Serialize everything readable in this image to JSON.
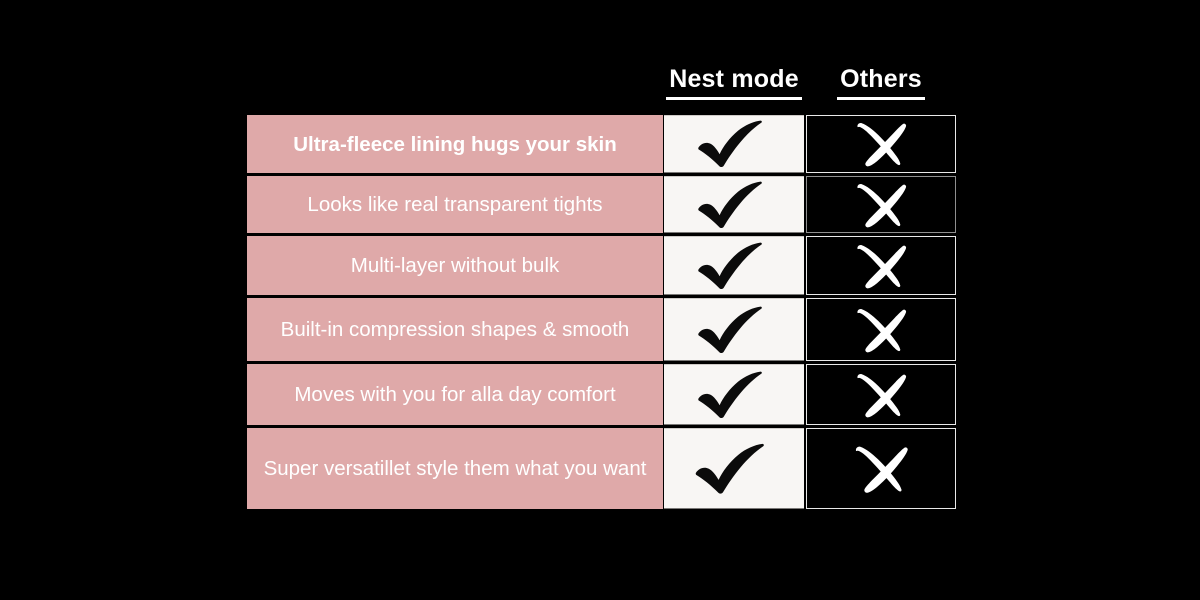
{
  "background_color": "#000000",
  "accent_color": "#dfa9a9",
  "yes_cell_color": "#f8f6f4",
  "no_cell_color": "#000000",
  "text_color": "#ffffff",
  "headers": {
    "feature_column": "",
    "nest_mode": "Nest mode",
    "others": "Others"
  },
  "rows": [
    {
      "feature": "Ultra-fleece lining hugs your skin",
      "nest_mode": "check-icon",
      "others": "cross-icon",
      "emphasis": "bold"
    },
    {
      "feature": "Looks like real transparent tights",
      "nest_mode": "check-icon",
      "others": "cross-icon",
      "emphasis": "normal"
    },
    {
      "feature": "Multi-layer without bulk",
      "nest_mode": "check-icon",
      "others": "cross-icon",
      "emphasis": "normal"
    },
    {
      "feature": "Built-in compression  shapes & smooth",
      "nest_mode": "check-icon",
      "others": "cross-icon",
      "emphasis": "normal"
    },
    {
      "feature": "Moves with you for alla day comfort",
      "nest_mode": "check-icon",
      "others": "cross-icon",
      "emphasis": "normal"
    },
    {
      "feature": "Super versatillet style them what you want",
      "nest_mode": "check-icon",
      "others": "cross-icon",
      "emphasis": "normal"
    }
  ]
}
